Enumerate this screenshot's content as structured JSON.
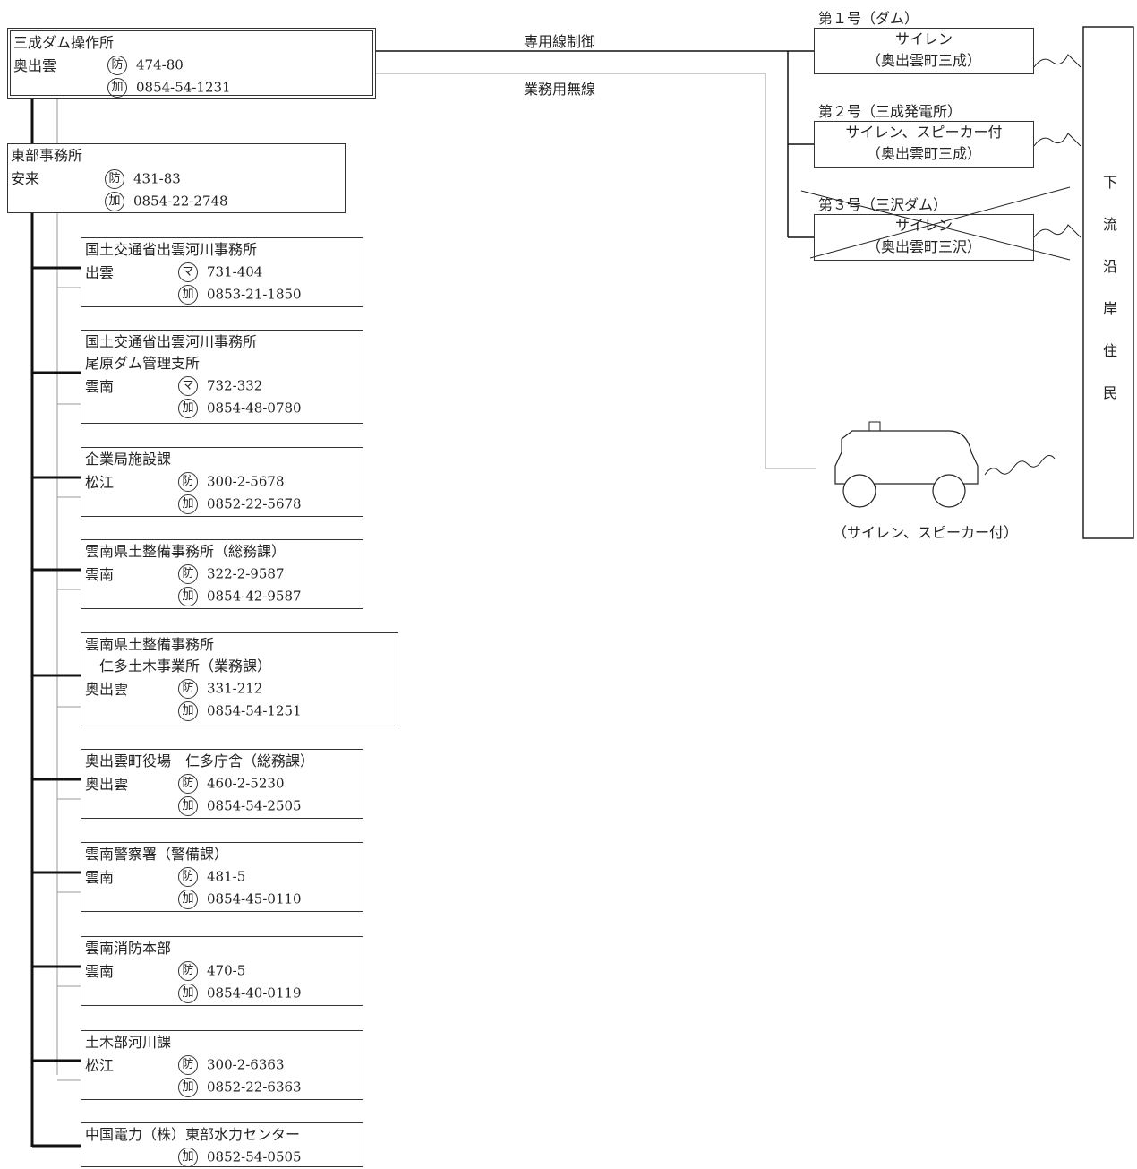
{
  "main_office": {
    "title": "三成ダム操作所",
    "city": "奥出雲",
    "m1": "防",
    "n1": "474-80",
    "m2": "加",
    "n2": "0854-54-1231"
  },
  "east_office": {
    "title": "東部事務所",
    "city": "安来",
    "m1": "防",
    "n1": "431-83",
    "m2": "加",
    "n2": "0854-22-2748"
  },
  "link_labels": {
    "dedicated": "専用線制御",
    "radio": "業務用無線"
  },
  "sirens": [
    {
      "label": "第１号（ダム）",
      "line1": "サイレン",
      "line2": "（奥出雲町三成）"
    },
    {
      "label": "第２号（三成発電所）",
      "line1": "サイレン、スピーカー付",
      "line2": "（奥出雲町三成）"
    },
    {
      "label": "第３号（三沢ダム）",
      "line1": "サイレン",
      "line2": "（奥出雲町三沢）"
    }
  ],
  "vehicle_caption": "（サイレン、スピーカー付）",
  "residents": [
    "下",
    "流",
    "沿",
    "岸",
    "住",
    "民"
  ],
  "branches": [
    {
      "lines": [
        "国土交通省出雲河川事務所"
      ],
      "city": "出雲",
      "m1": "マ",
      "n1": "731-404",
      "m2": "加",
      "n2": "0853-21-1850"
    },
    {
      "lines": [
        "国土交通省出雲河川事務所",
        "尾原ダム管理支所"
      ],
      "city": "雲南",
      "m1": "マ",
      "n1": "732-332",
      "m2": "加",
      "n2": "0854-48-0780"
    },
    {
      "lines": [
        "企業局施設課"
      ],
      "city": "松江",
      "m1": "防",
      "n1": "300-2-5678",
      "m2": "加",
      "n2": "0852-22-5678"
    },
    {
      "lines": [
        "雲南県土整備事務所（総務課）"
      ],
      "city": "雲南",
      "m1": "防",
      "n1": "322-2-9587",
      "m2": "加",
      "n2": "0854-42-9587"
    },
    {
      "lines": [
        "雲南県土整備事務所",
        "　仁多土木事業所（業務課）"
      ],
      "city": "奥出雲",
      "m1": "防",
      "n1": "331-212",
      "m2": "加",
      "n2": "0854-54-1251"
    },
    {
      "lines": [
        "奥出雲町役場　仁多庁舎（総務課）"
      ],
      "city": "奥出雲",
      "m1": "防",
      "n1": "460-2-5230",
      "m2": "加",
      "n2": "0854-54-2505"
    },
    {
      "lines": [
        "雲南警察署（警備課）"
      ],
      "city": "雲南",
      "m1": "防",
      "n1": "481-5",
      "m2": "加",
      "n2": "0854-45-0110"
    },
    {
      "lines": [
        "雲南消防本部"
      ],
      "city": "雲南",
      "m1": "防",
      "n1": "470-5",
      "m2": "加",
      "n2": "0854-40-0119"
    },
    {
      "lines": [
        "土木部河川課"
      ],
      "city": "松江",
      "m1": "防",
      "n1": "300-2-6363",
      "m2": "加",
      "n2": "0852-22-6363"
    },
    {
      "lines": [
        "中国電力（株）東部水力センター"
      ],
      "city": "",
      "m1": "",
      "n1": "",
      "m2": "加",
      "n2": "0852-54-0505"
    }
  ]
}
